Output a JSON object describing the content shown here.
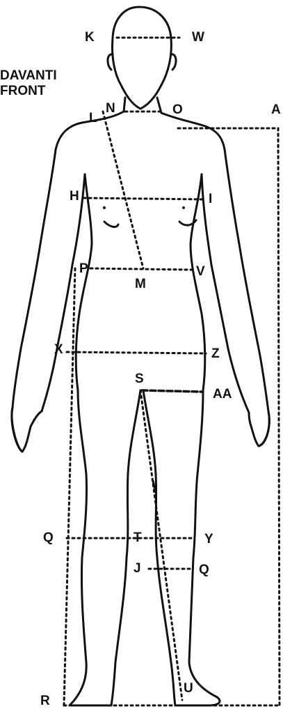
{
  "title": {
    "line1": "DAVANTI",
    "line2": "FRONT"
  },
  "labels": {
    "K": "K",
    "W": "W",
    "N": "N",
    "O": "O",
    "L": "L",
    "A": "A",
    "H": "H",
    "I": "I",
    "P": "P",
    "M": "M",
    "V": "V",
    "X": "X",
    "Z": "Z",
    "S": "S",
    "AA": "AA",
    "Q_left": "Q",
    "T": "T",
    "Y": "Y",
    "J": "J",
    "Q_right": "Q",
    "R": "R",
    "U": "U"
  },
  "colors": {
    "ink": "#111111",
    "paper": "#ffffff"
  }
}
